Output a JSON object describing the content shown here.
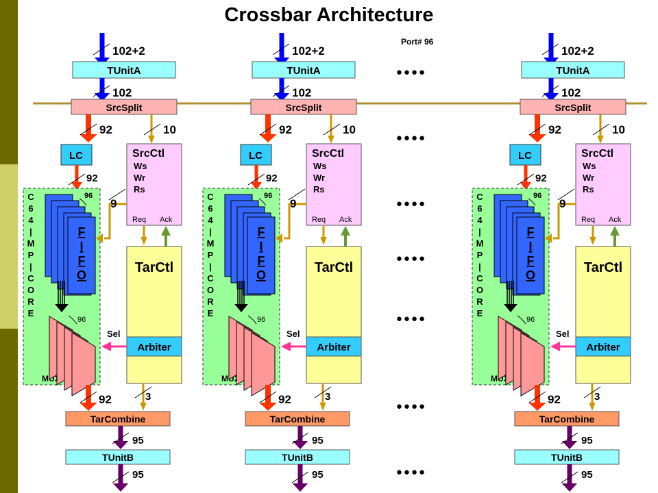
{
  "title": "Crossbar Architecture",
  "port_label": "Port# 96",
  "colors": {
    "sidebar_dark": "#6b6b00",
    "sidebar_light": "#cfcf6a",
    "tunit": "#99ffff",
    "srcsplit": "#ffb3b3",
    "srcctl": "#ffccff",
    "tarctl": "#ffff99",
    "arbiter": "#33ccff",
    "mux_bg": "#99ff99",
    "fifo": "#3366ff",
    "mux": "#ff9999",
    "tarcombine": "#ff9966",
    "blue_arrow": "#0000ff",
    "red_arrow": "#ff3300",
    "gold_arrow": "#cc9900",
    "green_arrow": "#669933",
    "pink_arrow": "#ff3399",
    "purple_arrow": "#660066"
  },
  "modules": [
    {
      "tunita": "TUnitA",
      "srcsplit": "SrcSplit",
      "lc": "LC",
      "srcctl": {
        "title": "SrcCtl",
        "lines": [
          "Ws",
          "Wr",
          "Rs"
        ],
        "req": "Req",
        "ack": "Ack"
      },
      "core_letters": [
        "C",
        "6",
        "4",
        "|",
        "M",
        "P",
        "|",
        "C",
        "O",
        "R",
        "E"
      ],
      "fifo_letters": [
        "F",
        "I",
        "F",
        "O"
      ],
      "tarctl": "TarCtl",
      "arbiter": "Arbiter",
      "mux": "MUX",
      "sel": "Sel",
      "tarcombine": "TarCombine",
      "tunitb": "TUnitB",
      "bus": {
        "in": "102+2",
        "split_in": "102",
        "to_lc": "92",
        "to_ctl": "10",
        "lc_out": "92",
        "fifo_w": "96",
        "ctl_out": "9",
        "mux_w": "96",
        "mux_out": "92",
        "arb_out": "3",
        "comb_out": "95",
        "out": "95"
      }
    },
    {
      "tunita": "TUnitA",
      "srcsplit": "SrcSplit",
      "lc": "LC",
      "srcctl": {
        "title": "SrcCtl",
        "lines": [
          "Ws",
          "Wr",
          "Rs"
        ],
        "req": "Req",
        "ack": "Ack"
      },
      "core_letters": [
        "C",
        "6",
        "4",
        "|",
        "M",
        "P",
        "|",
        "C",
        "O",
        "R",
        "E"
      ],
      "fifo_letters": [
        "F",
        "I",
        "F",
        "O"
      ],
      "tarctl": "TarCtl",
      "arbiter": "Arbiter",
      "mux": "MUX",
      "sel": "Sel",
      "tarcombine": "TarCombine",
      "tunitb": "TUnitB",
      "bus": {
        "in": "102+2",
        "split_in": "102",
        "to_lc": "92",
        "to_ctl": "10",
        "lc_out": "92",
        "fifo_w": "96",
        "ctl_out": "9",
        "mux_w": "96",
        "mux_out": "92",
        "arb_out": "3",
        "comb_out": "95",
        "out": "95"
      }
    },
    {
      "tunita": "TUnitA",
      "srcsplit": "SrcSplit",
      "lc": "LC",
      "srcctl": {
        "title": "SrcCtl",
        "lines": [
          "Ws",
          "Wr",
          "Rs"
        ],
        "req": "Req",
        "ack": "Ack"
      },
      "core_letters": [
        "C",
        "6",
        "4",
        "|",
        "M",
        "P",
        "|",
        "C",
        "O",
        "R",
        "E"
      ],
      "fifo_letters": [
        "F",
        "I",
        "F",
        "O"
      ],
      "tarctl": "TarCtl",
      "arbiter": "Arbiter",
      "mux": "MUX",
      "sel": "Sel",
      "tarcombine": "TarCombine",
      "tunitb": "TUnitB",
      "bus": {
        "in": "102+2",
        "split_in": "102",
        "to_lc": "92",
        "to_ctl": "10",
        "lc_out": "92",
        "fifo_w": "96",
        "ctl_out": "9",
        "mux_w": "96",
        "mux_out": "92",
        "arb_out": "3",
        "comb_out": "95",
        "out": "95"
      }
    }
  ],
  "ellipsis": "●●●●"
}
